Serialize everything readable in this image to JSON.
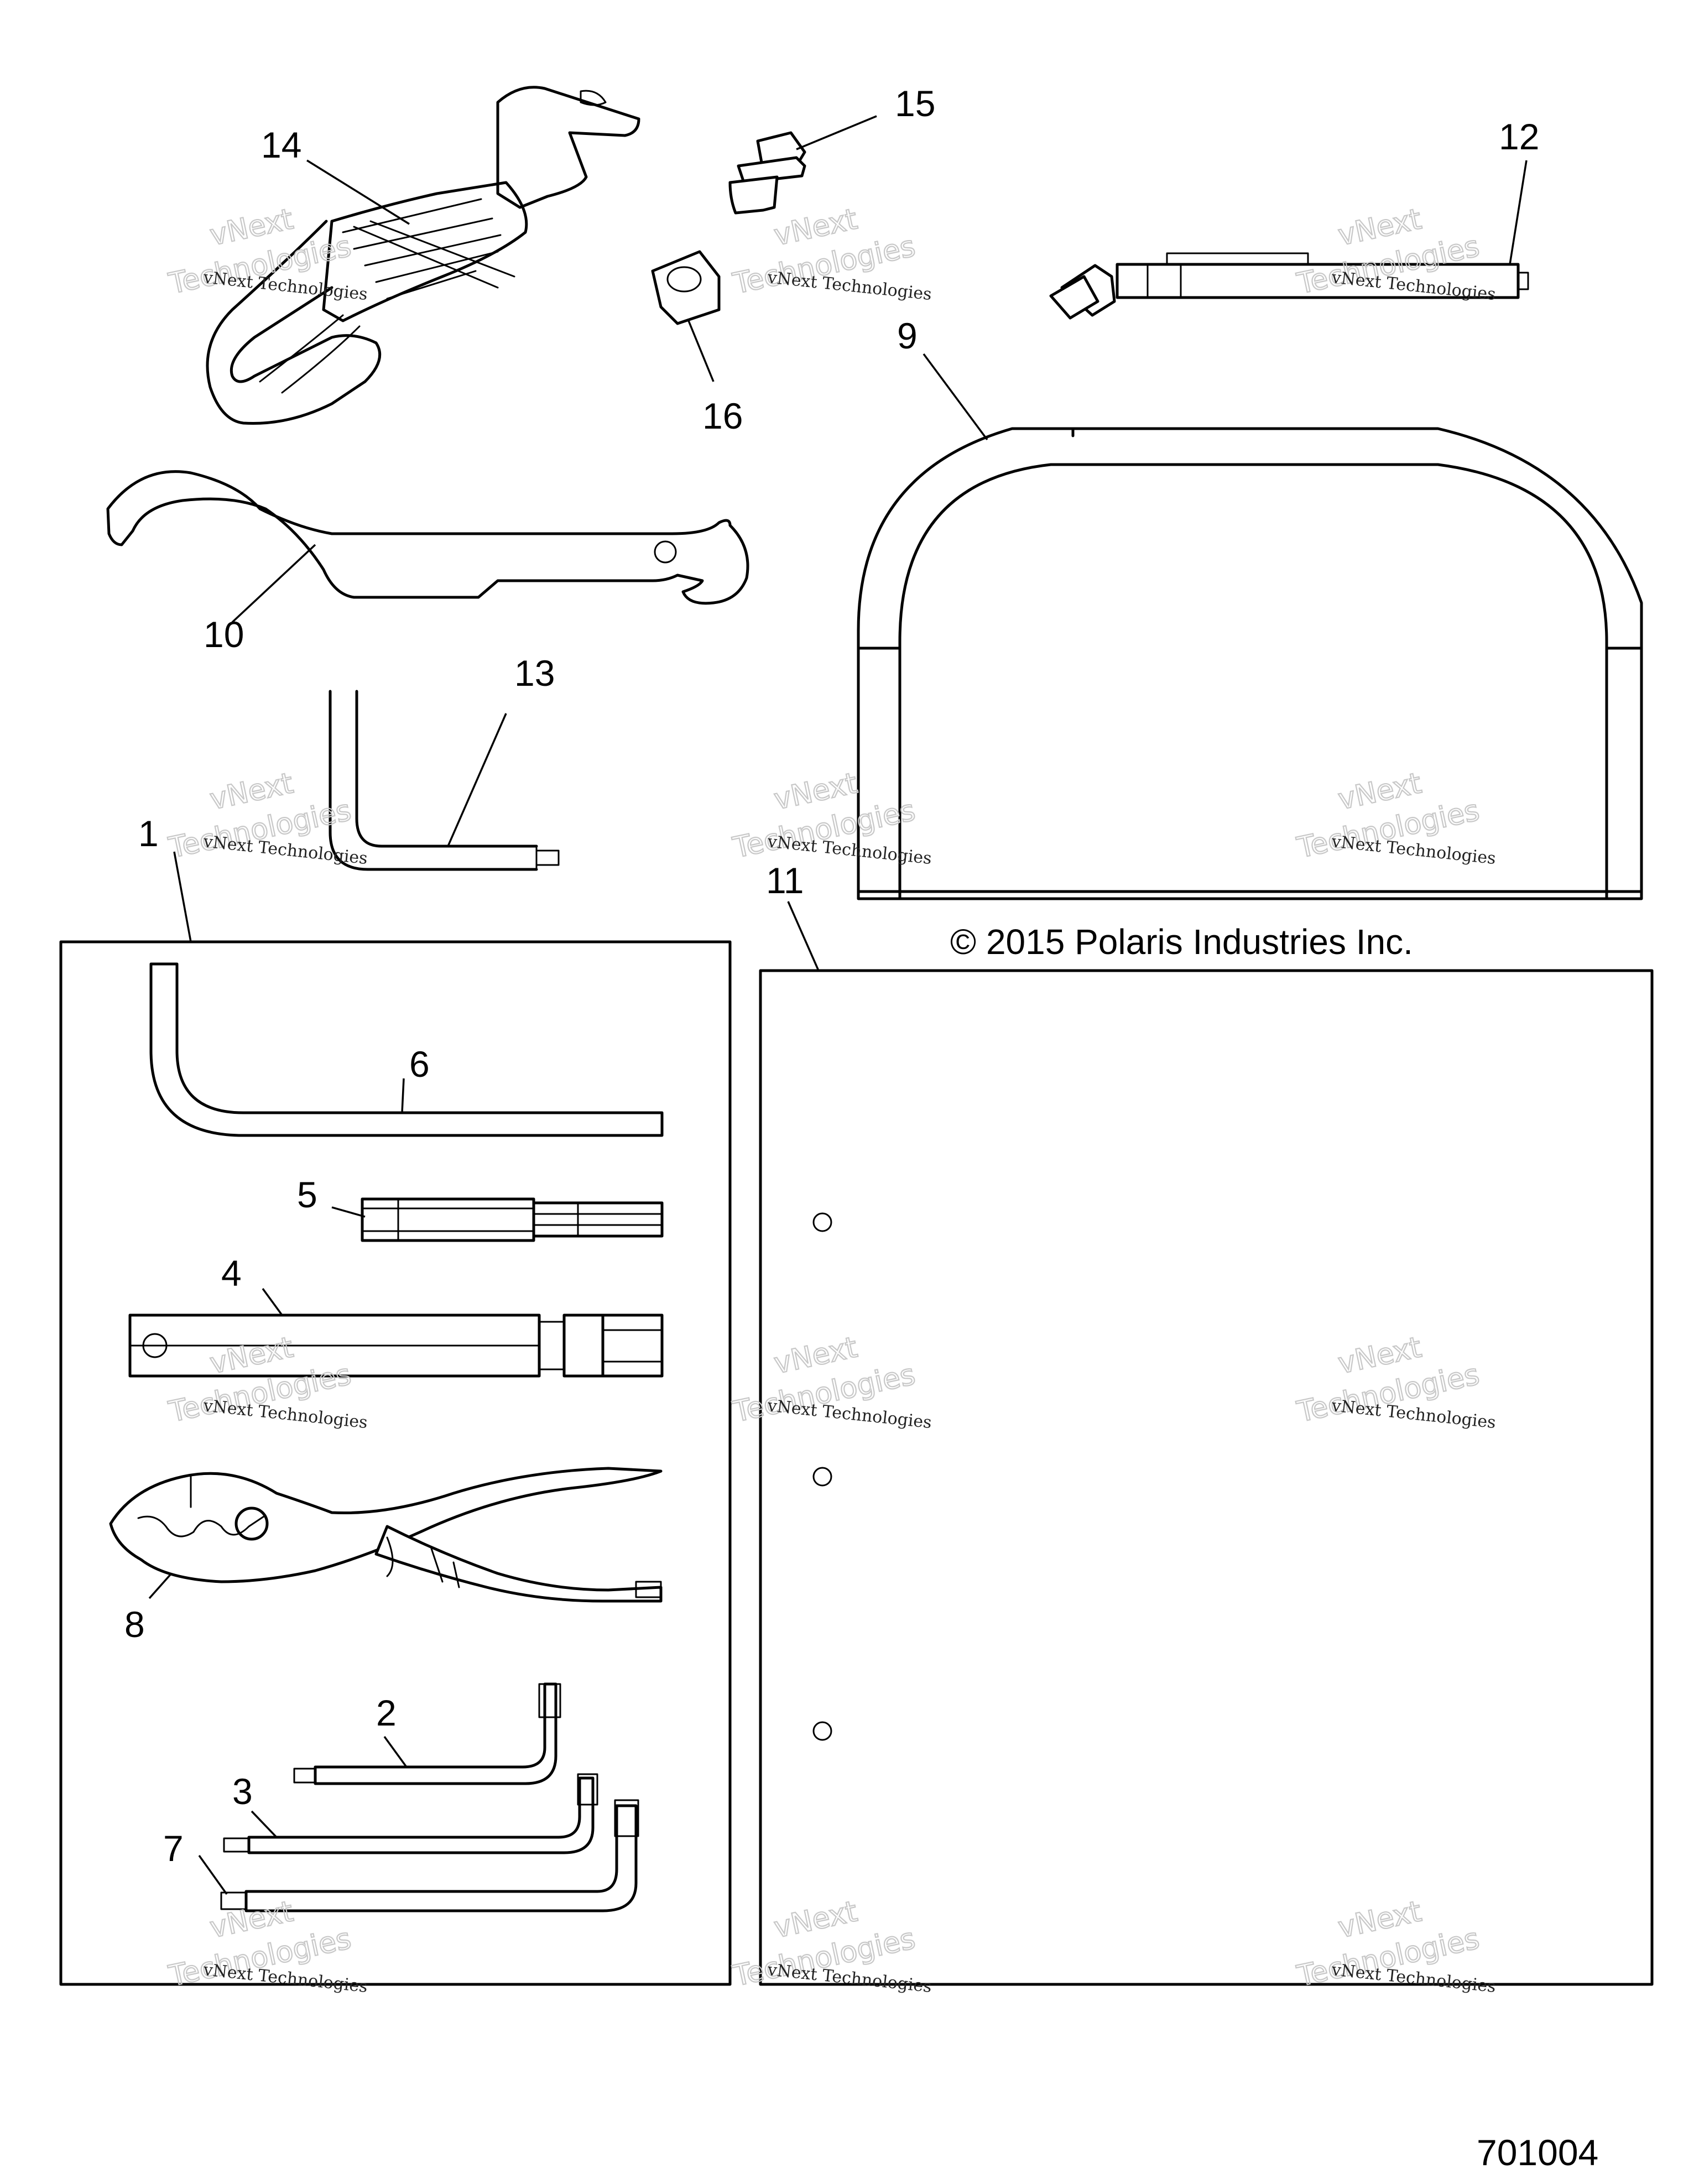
{
  "callouts": {
    "c1": "1",
    "c2": "2",
    "c3": "3",
    "c4": "4",
    "c5": "5",
    "c6": "6",
    "c7": "7",
    "c8": "8",
    "c9": "9",
    "c10": "10",
    "c11": "11",
    "c12": "12",
    "c13": "13",
    "c14": "14",
    "c15": "15",
    "c16": "16"
  },
  "copyright": "© 2015 Polaris Industries Inc.",
  "drawing_number": "701004",
  "watermark": {
    "line1": "vNext Technologies",
    "line2": "vNext",
    "line3": "Technologies"
  }
}
